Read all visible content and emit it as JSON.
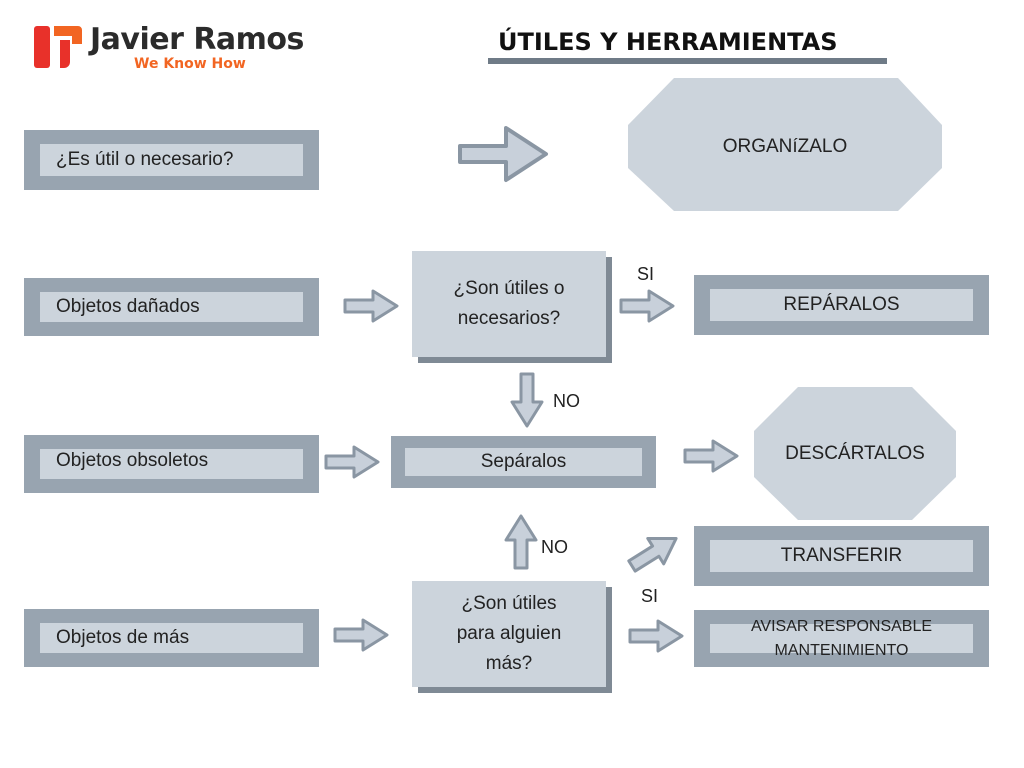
{
  "logo": {
    "name": "Javier Ramos",
    "tagline": "We Know How"
  },
  "title": "ÚTILES Y HERRAMIENTAS",
  "nodes": {
    "util_question": "¿Es útil o necesario?",
    "organizalo": "ORGANíZALO",
    "objetos_danados": "Objetos dañados",
    "son_utiles_necesarios": "¿Son útiles o necesarios?",
    "reparalos": "REPÁRALOS",
    "objetos_obsoletos": "Objetos obsoletos",
    "separalos": "Sepáralos",
    "descartalos": "DESCÁRTALOS",
    "transferir": "TRANSFERIR",
    "objetos_de_mas": "Objetos de más",
    "son_utiles_alguien": "¿Son útiles para alguien más?",
    "avisar": "AVISAR RESPONSABLE MANTENIMIENTO"
  },
  "labels": {
    "si_top": "SI",
    "no_top": "NO",
    "no_bottom": "NO",
    "si_bottom": "SI"
  },
  "colors": {
    "frame": "#98a4b0",
    "panel": "#ccd4dc",
    "octagon": "#ccd4dc",
    "arrow_fill": "#c8d0da",
    "arrow_stroke": "#8a96a3",
    "title_rule": "#6f7b87",
    "logo_orange": "#f26522",
    "logo_red": "#e8312a"
  }
}
